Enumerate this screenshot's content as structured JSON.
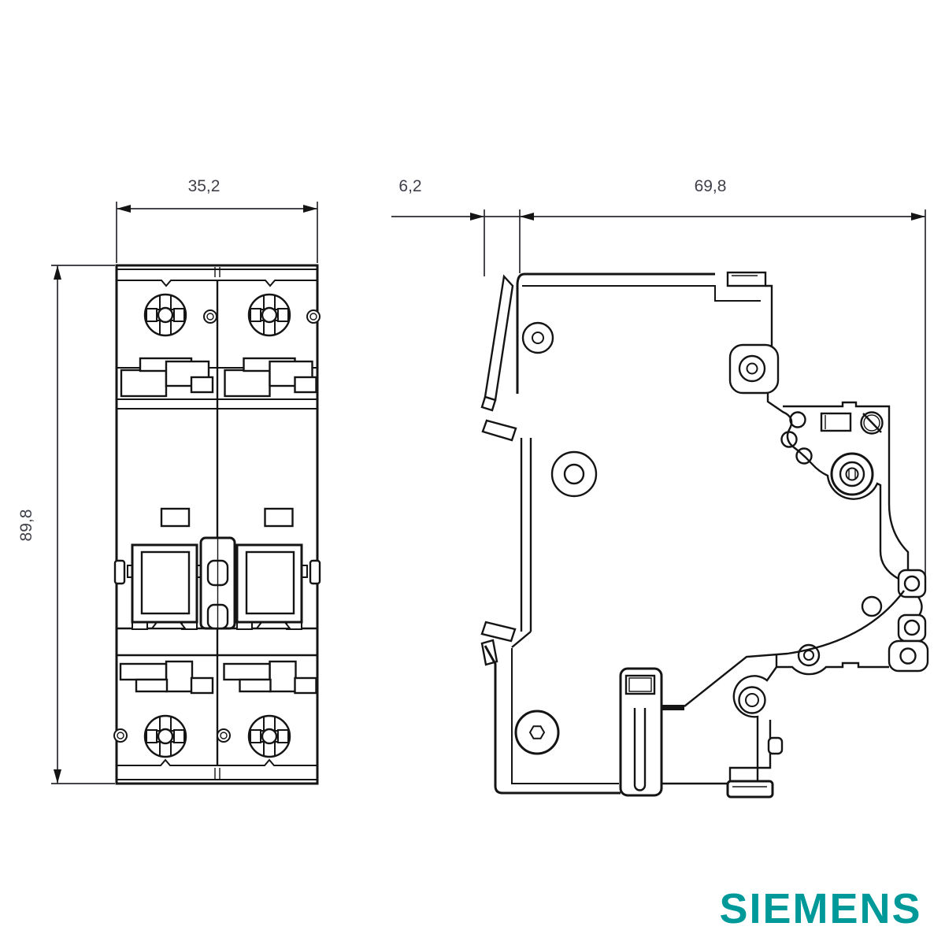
{
  "drawing": {
    "type": "dimensional-outline-drawing",
    "views": [
      "front-view",
      "side-view"
    ],
    "line_color": "#141414",
    "dim_text_color": "#3f4049",
    "background": "#ffffff"
  },
  "dimensions": {
    "front_width": {
      "label": "35,2"
    },
    "handle_protrusion": {
      "label": "6,2"
    },
    "depth": {
      "label": "69,8"
    },
    "height": {
      "label": "89,8"
    }
  },
  "brand": {
    "logo_text": "SIEMENS",
    "logo_color": "#009999"
  }
}
